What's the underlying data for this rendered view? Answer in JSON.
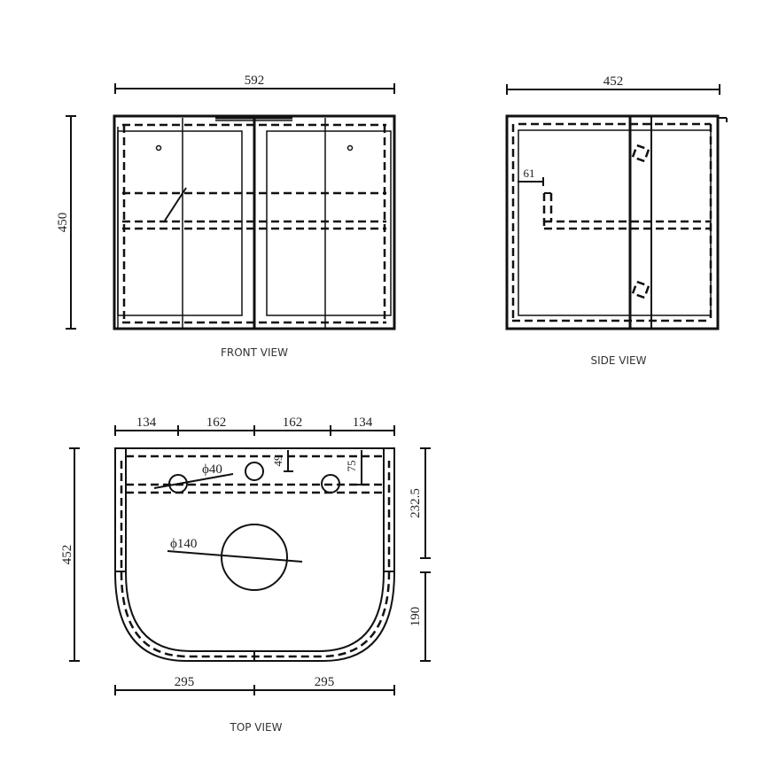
{
  "front_view": {
    "caption": "FRONT VIEW",
    "width_label": "592",
    "height_label": "450"
  },
  "side_view": {
    "caption": "SIDE VIEW",
    "depth_label": "452",
    "offset_label": "61"
  },
  "top_view": {
    "caption": "TOP VIEW",
    "top_segments": [
      "134",
      "162",
      "162",
      "134"
    ],
    "bottom_segments": [
      "295",
      "295"
    ],
    "depth_label": "452",
    "right_upper_label": "232.5",
    "right_lower_label": "190",
    "tap_hole_label": "ϕ40",
    "waste_hole_label": "ϕ140",
    "tap_offset_center_label": "49",
    "tap_offset_side_label": "75"
  }
}
